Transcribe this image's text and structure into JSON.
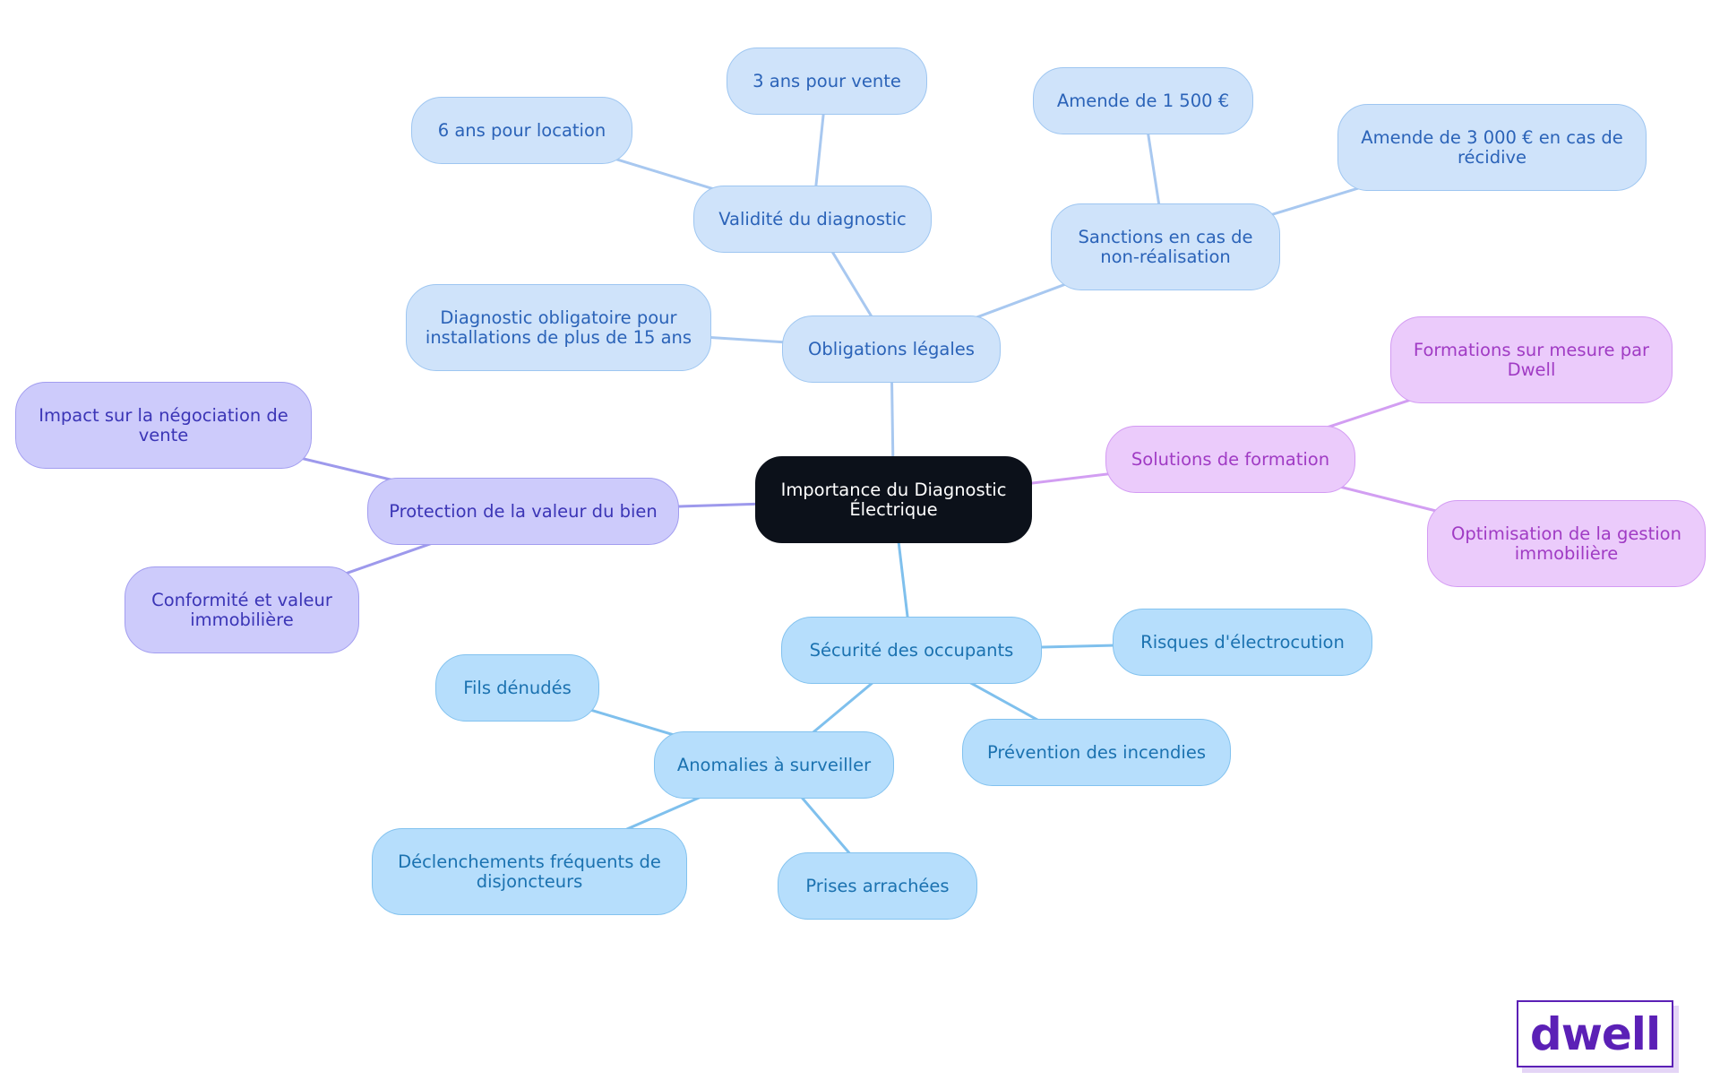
{
  "diagram": {
    "root": "Importance du Diagnostic Électrique",
    "branches": {
      "obligations": {
        "label": "Obligations légales",
        "children": {
          "validite": {
            "label": "Validité du diagnostic",
            "children": [
              "3 ans pour vente",
              "6 ans pour location"
            ]
          },
          "sanctions": {
            "label": "Sanctions en cas de non-réalisation",
            "children": [
              "Amende de 1 500 €",
              "Amende de 3 000 € en cas de récidive"
            ]
          },
          "obligatoire": "Diagnostic obligatoire pour installations de plus de 15 ans"
        }
      },
      "formation": {
        "label": "Solutions de formation",
        "children": [
          "Formations sur mesure par Dwell",
          "Optimisation de la gestion immobilière"
        ]
      },
      "protection": {
        "label": "Protection de la valeur du bien",
        "children": [
          "Impact sur la négociation de vente",
          "Conformité et valeur immobilière"
        ]
      },
      "securite": {
        "label": "Sécurité des occupants",
        "children": {
          "risques": "Risques d'électrocution",
          "prevention": "Prévention des incendies",
          "anomalies": {
            "label": "Anomalies à surveiller",
            "children": [
              "Fils dénudés",
              "Déclenchements fréquents de disjoncteurs",
              "Prises arrachées"
            ]
          }
        }
      }
    }
  },
  "logo": {
    "text": "dwell"
  },
  "colors": {
    "root": "#0c111a",
    "obligations": "#cfe3fa",
    "securite": "#b6defc",
    "protection": "#cdcbfb",
    "formation": "#ebcbfb",
    "brand": "#5b20b6"
  }
}
